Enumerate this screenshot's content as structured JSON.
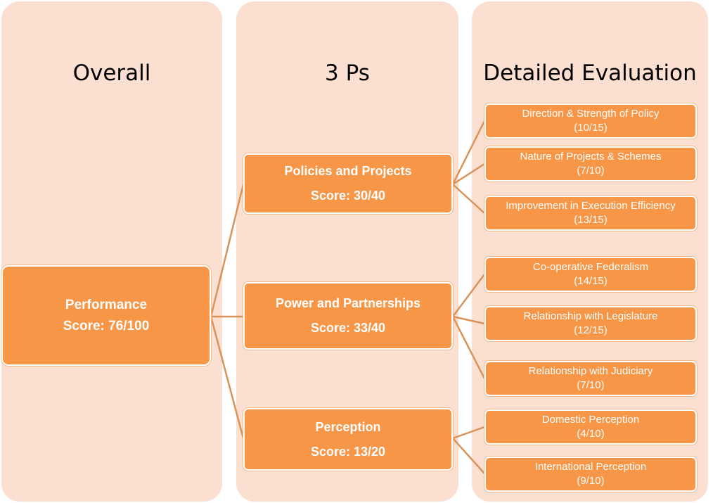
{
  "columns": [
    {
      "title": "Overall"
    },
    {
      "title": "3 Ps"
    },
    {
      "title": "Detailed Evaluation"
    }
  ],
  "overall": {
    "name": "Performance",
    "score": "Score: 76/100"
  },
  "pillars": [
    {
      "name": "Policies and Projects",
      "score": "Score: 30/40",
      "details": [
        {
          "name": "Direction & Strength of Policy",
          "score": "(10/15)"
        },
        {
          "name": "Nature of Projects & Schemes",
          "score": "(7/10)"
        },
        {
          "name": "Improvement in Execution Efficiency",
          "score": "(13/15)"
        }
      ]
    },
    {
      "name": "Power and Partnerships",
      "score": "Score: 33/40",
      "details": [
        {
          "name": "Co-operative Federalism",
          "score": "(14/15)"
        },
        {
          "name": "Relationship with Legislature",
          "score": "(12/15)"
        },
        {
          "name": "Relationship with Judiciary",
          "score": "(7/10)"
        }
      ]
    },
    {
      "name": "Perception",
      "score": "Score: 13/20",
      "details": [
        {
          "name": "Domestic Perception",
          "score": "(4/10)"
        },
        {
          "name": "International Perception",
          "score": "(9/10)"
        }
      ]
    }
  ],
  "colors": {
    "panel": "#fbdfd1",
    "box": "#f79646",
    "connector": "#d9935a",
    "box_text": "#ffffff"
  }
}
